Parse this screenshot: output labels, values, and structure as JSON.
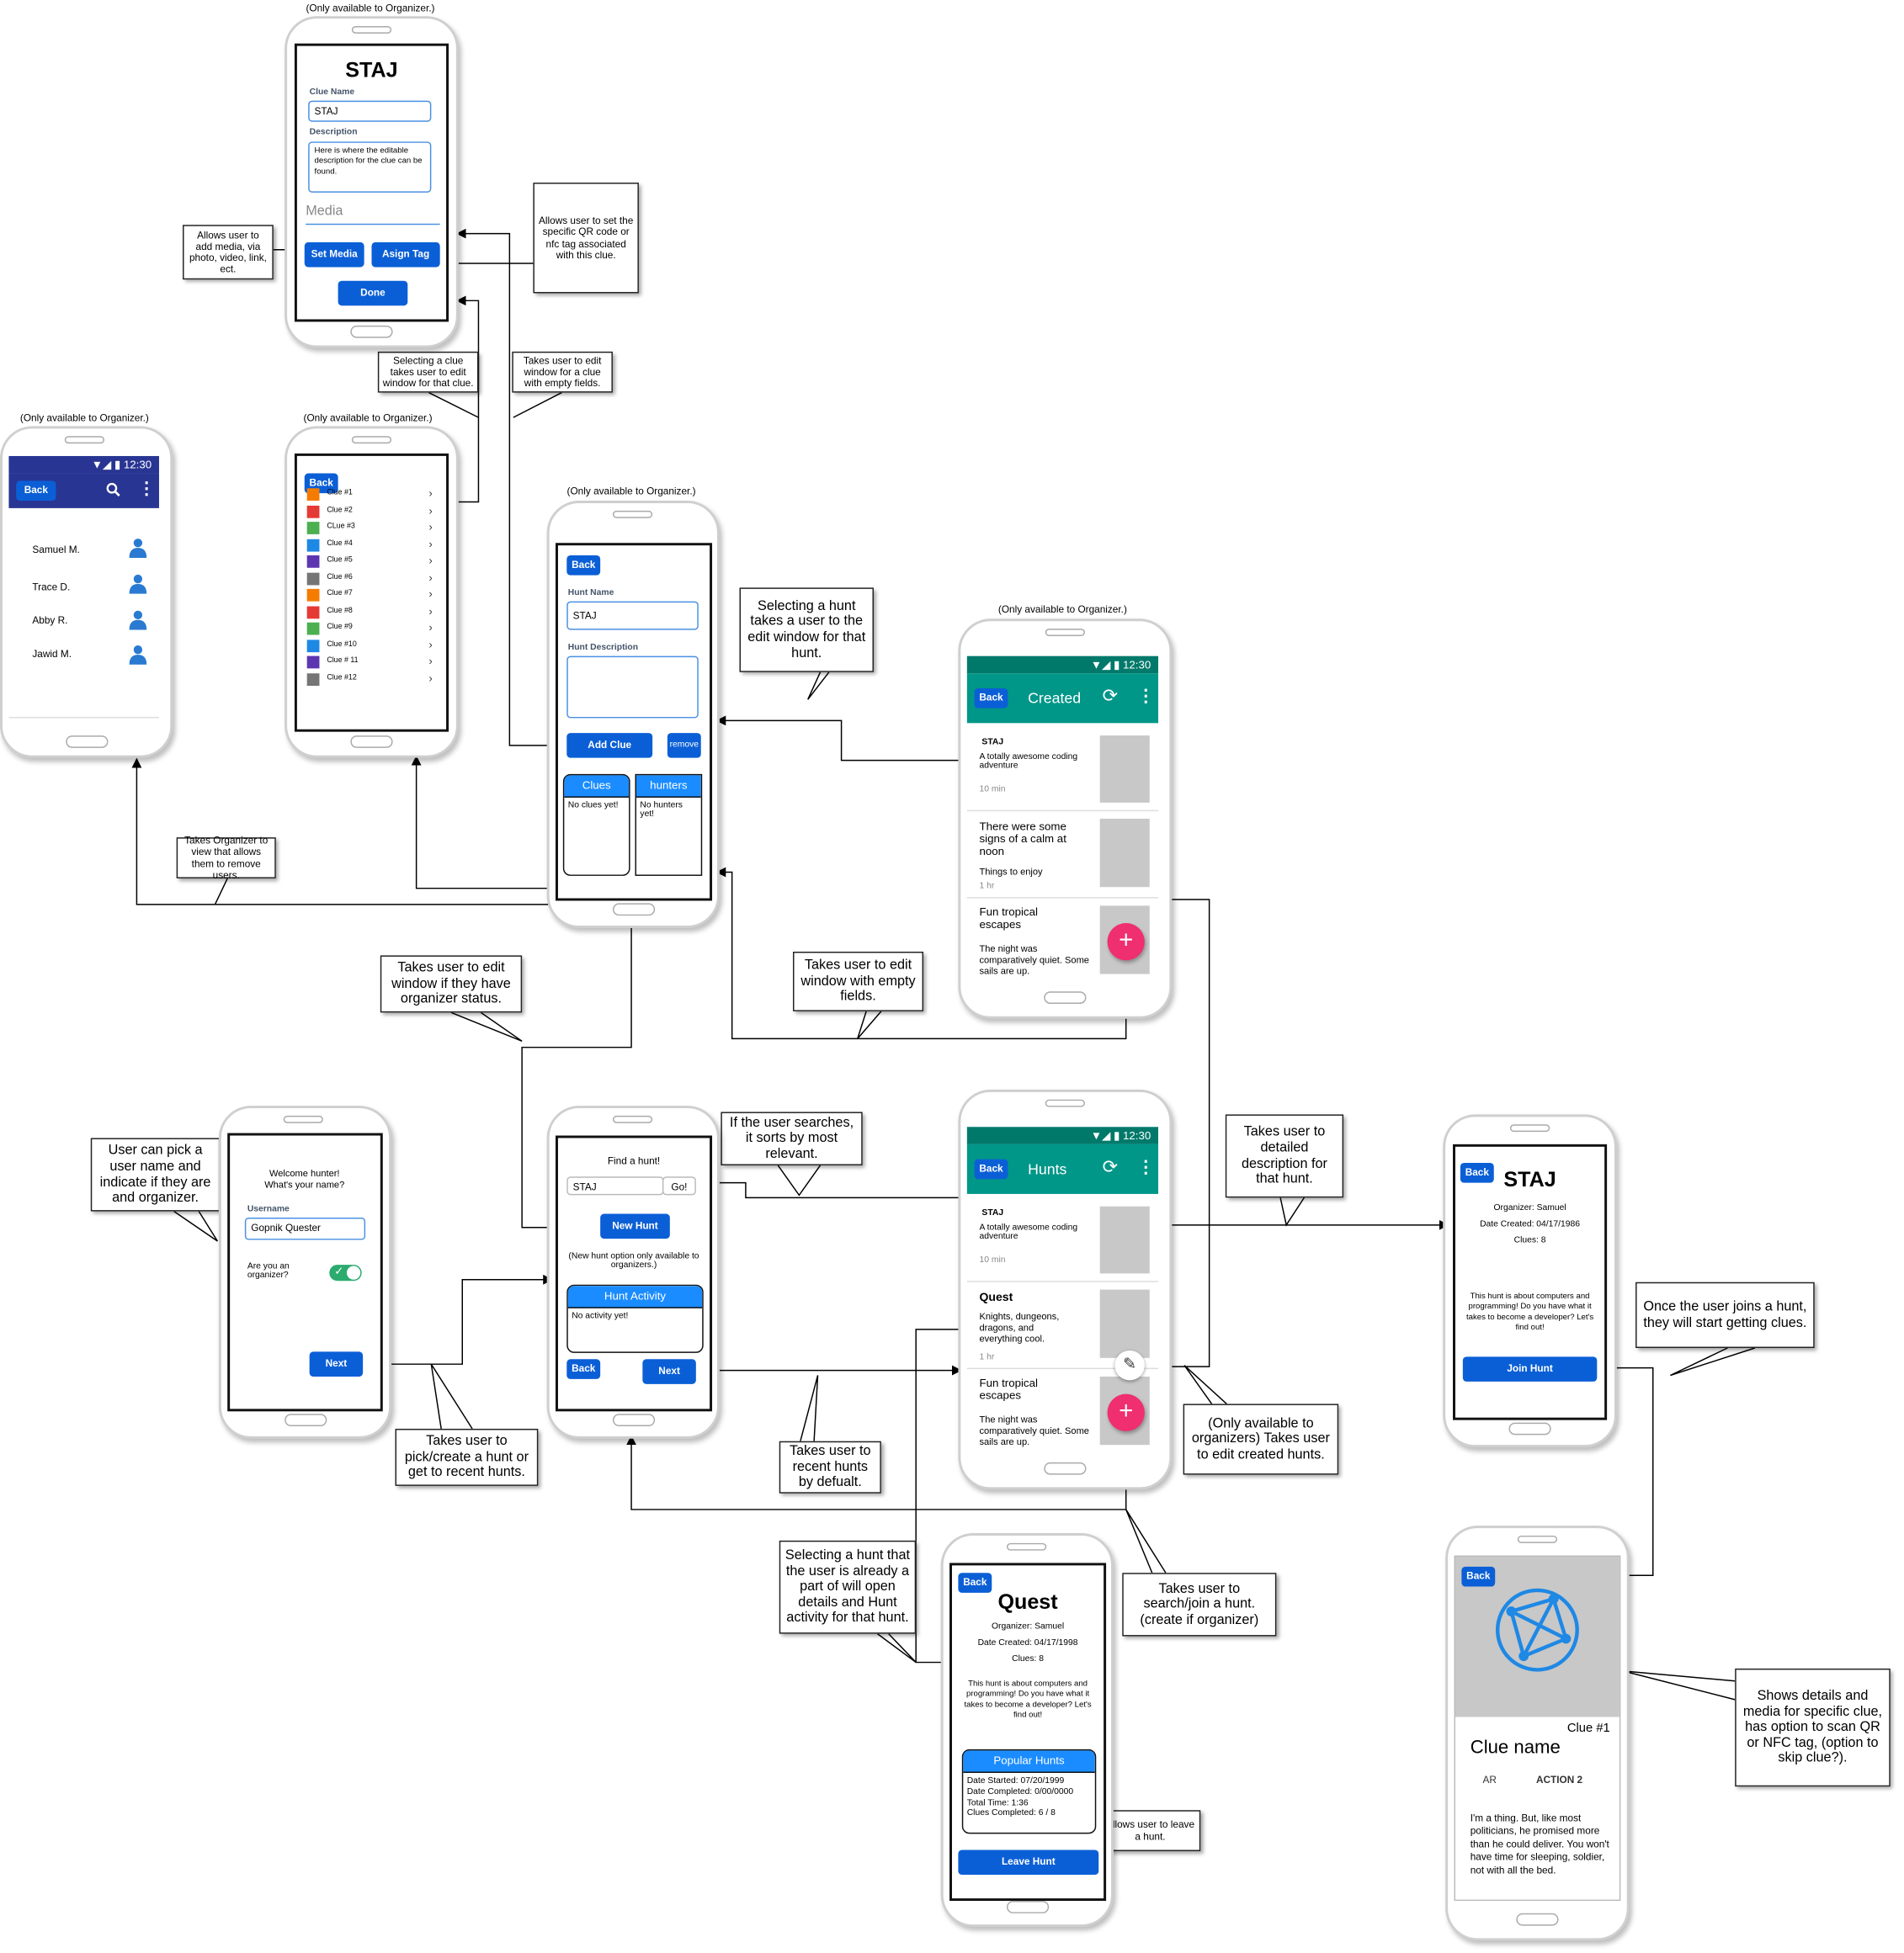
{
  "colors": {
    "primary_button": "#0b5fd6",
    "appbar_teal": "#009688",
    "appbar_teal_dark": "#00796b",
    "appbar_navy": "#283593",
    "fab_pink": "#ef2f6f",
    "tab_blue": "#1a8cff"
  },
  "org_only": "(Only available to Organizer.)",
  "clue_edit": {
    "title": "STAJ",
    "clue_name_label": "Clue Name",
    "clue_name_value": "STAJ",
    "description_label": "Description",
    "description_value": "Here is where the editable description for the clue can be found.",
    "media_label": "Media",
    "set_media": "Set Media",
    "assign_tag": "Asign Tag",
    "done": "Done"
  },
  "users_screen": {
    "time": "12:30",
    "back": "Back",
    "users": [
      "Samuel M.",
      "Trace D.",
      "Abby R.",
      "Jawid M."
    ]
  },
  "clue_list": {
    "back": "Back",
    "clues": [
      {
        "name": "Clue #1",
        "color": "#f57c00"
      },
      {
        "name": "Clue #2",
        "color": "#e53935"
      },
      {
        "name": "CLue #3",
        "color": "#4caf50"
      },
      {
        "name": "Clue #4",
        "color": "#1e88e5"
      },
      {
        "name": "Clue #5",
        "color": "#5e35b1"
      },
      {
        "name": "Clue #6",
        "color": "#757575"
      },
      {
        "name": "Clue #7",
        "color": "#f57c00"
      },
      {
        "name": "Clue #8",
        "color": "#e53935"
      },
      {
        "name": "Clue #9",
        "color": "#4caf50"
      },
      {
        "name": "Clue #10",
        "color": "#1e88e5"
      },
      {
        "name": "Clue # 11",
        "color": "#5e35b1"
      },
      {
        "name": "Clue #12",
        "color": "#757575"
      }
    ]
  },
  "hunt_edit": {
    "back": "Back",
    "hunt_name_label": "Hunt Name",
    "hunt_name_value": "STAJ",
    "hunt_desc_label": "Hunt Description",
    "add_clue": "Add Clue",
    "remove": "remove",
    "clues_tab": "Clues",
    "clues_empty": "No clues yet!",
    "hunters_tab": "hunters",
    "hunters_empty": "No hunters yet!"
  },
  "created_screen": {
    "time": "12:30",
    "back": "Back",
    "title": "Created",
    "cards": [
      {
        "title": "STAJ",
        "desc": "A totally awesome coding adventure",
        "meta": "10 min"
      },
      {
        "title": "There were some signs of a calm at noon",
        "desc": "Things to enjoy",
        "meta": "1 hr"
      },
      {
        "title": "Fun tropical escapes",
        "desc": "The night was comparatively quiet. Some sails are up.",
        "meta": ""
      }
    ]
  },
  "welcome_screen": {
    "greeting": "Welcome hunter! What's your name?",
    "username_label": "Username",
    "username_value": "Gopnik Quester",
    "organizer_q": "Are you an organizer?",
    "next": "Next"
  },
  "find_screen": {
    "title": "Find a hunt!",
    "search_value": "STAJ",
    "go": "Go!",
    "new_hunt": "New Hunt",
    "new_hunt_note": "(New hunt option only available to organizers.)",
    "activity_tab": "Hunt Activity",
    "activity_empty": "No activity yet!",
    "back": "Back",
    "next": "Next"
  },
  "hunts_screen": {
    "time": "12:30",
    "back": "Back",
    "title": "Hunts",
    "cards": [
      {
        "title": "STAJ",
        "desc": "A totally awesome coding adventure",
        "meta": "10 min"
      },
      {
        "title": "Quest",
        "desc": "Knights, dungeons, dragons, and everything cool.",
        "meta": "1 hr"
      },
      {
        "title": "Fun tropical escapes",
        "desc": "The night was comparatively quiet. Some sails are up.",
        "meta": ""
      }
    ]
  },
  "hunt_detail": {
    "back": "Back",
    "title": "STAJ",
    "organizer": "Organizer: Samuel",
    "date": "Date Created: 04/17/1986",
    "clues": "Clues: 8",
    "about": "This hunt is about computers and programming! Do you have what it takes to become a developer? Let's find out!",
    "join": "Join Hunt"
  },
  "quest_screen": {
    "back": "Back",
    "title": "Quest",
    "organizer": "Organizer: Samuel",
    "date": "Date Created: 04/17/1998",
    "clues": "Clues: 8",
    "about": "This hunt is about computers and programming! Do you have what it takes to become a developer? Let's find out!",
    "popular": "Popular Hunts",
    "started": "Date Started: 07/20/1999",
    "completed": "Date Completed: 0/00/0000",
    "total": "Total Time: 1:36",
    "clues_done": "Clues Completed: 6 / 8",
    "leave": "Leave Hunt"
  },
  "clue_detail": {
    "back": "Back",
    "clue_num": "Clue #1",
    "clue_name": "Clue name",
    "action1": "AR",
    "action2": "ACTION 2",
    "body": "I'm a thing. But, like most politicians, he promised more than he could deliver. You won't have time for sleeping, soldier, not with all the bed."
  },
  "notes": {
    "add_media": "Allows user to add media, via photo, video, link, ect.",
    "set_tag": "Allows user to set the specific QR code or nfc tag associated with this clue.",
    "select_clue": "Selecting a clue takes user to edit window for that clue.",
    "edit_empty_clue": "Takes user to edit window for a clue with empty fields.",
    "remove_users": "Takes Organizer to view that allows them to remove users.",
    "select_hunt": "Selecting a hunt takes a user to the edit window for that hunt.",
    "edit_empty_hunt": "Takes user to edit window with empty fields.",
    "edit_if_org": "Takes user to edit window if they have organizer status.",
    "pick_user": "User can pick a user name and indicate if they are and organizer.",
    "pick_create": "Takes user to pick/create a hunt or get to recent hunts.",
    "search_sort": "If the user searches, it sorts by most relevant.",
    "recent_default": "Takes user to recent hunts by defualt.",
    "detailed_desc": "Takes user to detailed description for that hunt.",
    "org_edit_created": "(Only available to organizers) Takes user to edit created hunts.",
    "start_clues": "Once the user joins a hunt, they will start getting clues.",
    "already_joined": "Selecting a hunt that the user is already a part of will open details and Hunt activity for that hunt.",
    "search_join": "Takes user to search/join a hunt. (create if organizer)",
    "leave_hunt": "Allows user to leave a hunt.",
    "clue_media": "Shows details and media for specific clue, has option to scan QR or NFC tag, (option to skip clue?)."
  }
}
